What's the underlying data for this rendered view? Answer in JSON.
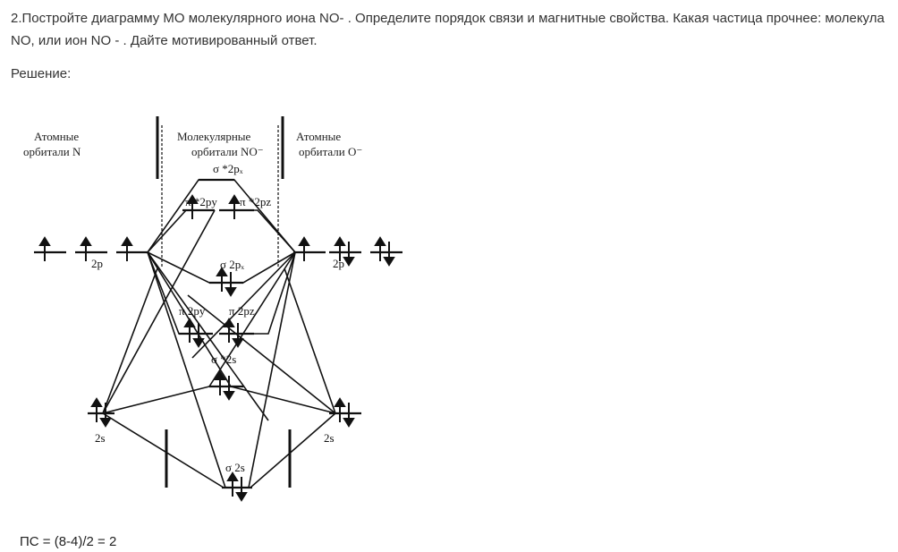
{
  "question": "2.Постройте диаграмму МО молекулярного иона NO- . Определите порядок связи и магнитные свойства. Какая частица прочнее: молекула NO, или ион NO - . Дайте мотивированный ответ.",
  "solution_label": "Решение:",
  "diagram": {
    "left_header_1": "Атомные",
    "left_header_2": "орбитали N",
    "center_header_1": "Молекулярные",
    "center_header_2": "орбитали NO⁻",
    "right_header_1": "Атомные",
    "right_header_2": "орбитали O⁻",
    "label_2p_left": "2p",
    "label_2p_right": "2p",
    "label_2s_left": "2s",
    "label_2s_right": "2s",
    "sigma_star_2px": "σ *2pₓ",
    "pi_star_2py": "π *2py",
    "pi_star_2pz": "π *2pz",
    "sigma_2px": "σ 2pₓ",
    "pi_2py": "π 2py",
    "pi_2pz": "π 2pz",
    "sigma_star_2s": "σ *2s",
    "sigma_2s": "σ 2s"
  },
  "formula": "ПС = (8-4)/2 = 2"
}
